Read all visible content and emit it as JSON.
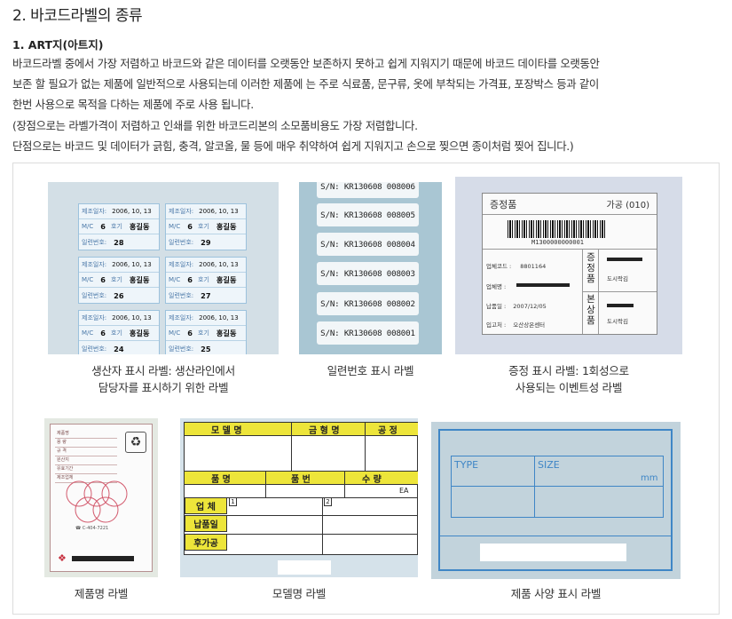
{
  "section_title": "2. 바코드라벨의 종류",
  "sub_title": "1.  ART지(아트지)",
  "paragraphs": [
    "바코드라벨 중에서 가장 저렴하고 바코드와 같은 데이터를 오랫동안 보존하지 못하고 쉽게 지워지기 때문에 바코드 데이타를 오랫동안",
    "보존 할 필요가 없는 제품에 일반적으로 사용되는데 이러한 제품에 는 주로 식료품, 문구류, 옷에 부착되는 가격표, 포장박스 등과 같이",
    "한번 사용으로 목적을 다하는 제품에 주로 사용 됩니다.",
    "(장점으로는 라벨가격이 저렴하고 인쇄를 위한 바코드리본의 소모품비용도 가장 저렴합니다.",
    "단점으로는 바코드 및 데이터가 긁힘, 충격, 알코올, 물 등에 매우 취약하여 쉽게 지워지고 손으로 찢으면 종이처럼 찢어 집니다.)"
  ],
  "captions": {
    "producer_line1": "생산자 표시 라벨: 생산라인에서",
    "producer_line2": "담당자를 표시하기 위한 라벨",
    "serial": "일련번호 표시 라벨",
    "gift_line1": "증정 표시 라벨: 1회성으로",
    "gift_line2": "사용되는 이벤트성 라벨",
    "product_name": "제품명 라벨",
    "model": "모델명 라벨",
    "spec": "제품 사양 표시 라벨"
  },
  "producer_labels": {
    "date_label": "제조일자:",
    "date_value": "2006, 10, 13",
    "mc_label": "M/C",
    "mc_value": "6",
    "unit": "호기",
    "name": "홍길동",
    "serial_label": "일련번호:",
    "serials": [
      "28",
      "29",
      "26",
      "27",
      "24",
      "25"
    ]
  },
  "serial_labels": [
    "S/N: KR130608 008006",
    "S/N: KR130608 008005",
    "S/N: KR130608 008004",
    "S/N: KR130608 008003",
    "S/N: KR130608 008002",
    "S/N: KR130608 008001"
  ],
  "gift_label": {
    "title": "증정품",
    "code": "가공  (010)",
    "barcode_number": "M1300000000001",
    "biz_code_label": "업체코드 :",
    "biz_code_value": "8801164",
    "biz_name_label": "업체명 :",
    "date_label": "납품일 :",
    "date_value": "2007/12/05",
    "warehouse_label": "입고처 :",
    "warehouse_value": "오산상온센터",
    "vert1": "증정품",
    "vert2": "본상품",
    "item1": "도시락김",
    "item2": "도시락김"
  },
  "product_name_label": {
    "rows": [
      "제품명",
      "용 량",
      "규 격",
      "원산지",
      "유효기간",
      "제조업체"
    ],
    "phone": "☎ C-404-7221"
  },
  "model_label": {
    "header": [
      "모 델 명",
      "금 형 명",
      "공 정"
    ],
    "header2": [
      "품 명",
      "품 번",
      "수 량"
    ],
    "ea": "EA",
    "company": "업 체",
    "n1": "1",
    "n2": "2",
    "delivery": "납품일",
    "process": "후가공"
  },
  "spec_label": {
    "type": "TYPE",
    "size": "SIZE",
    "mm": "mm"
  }
}
